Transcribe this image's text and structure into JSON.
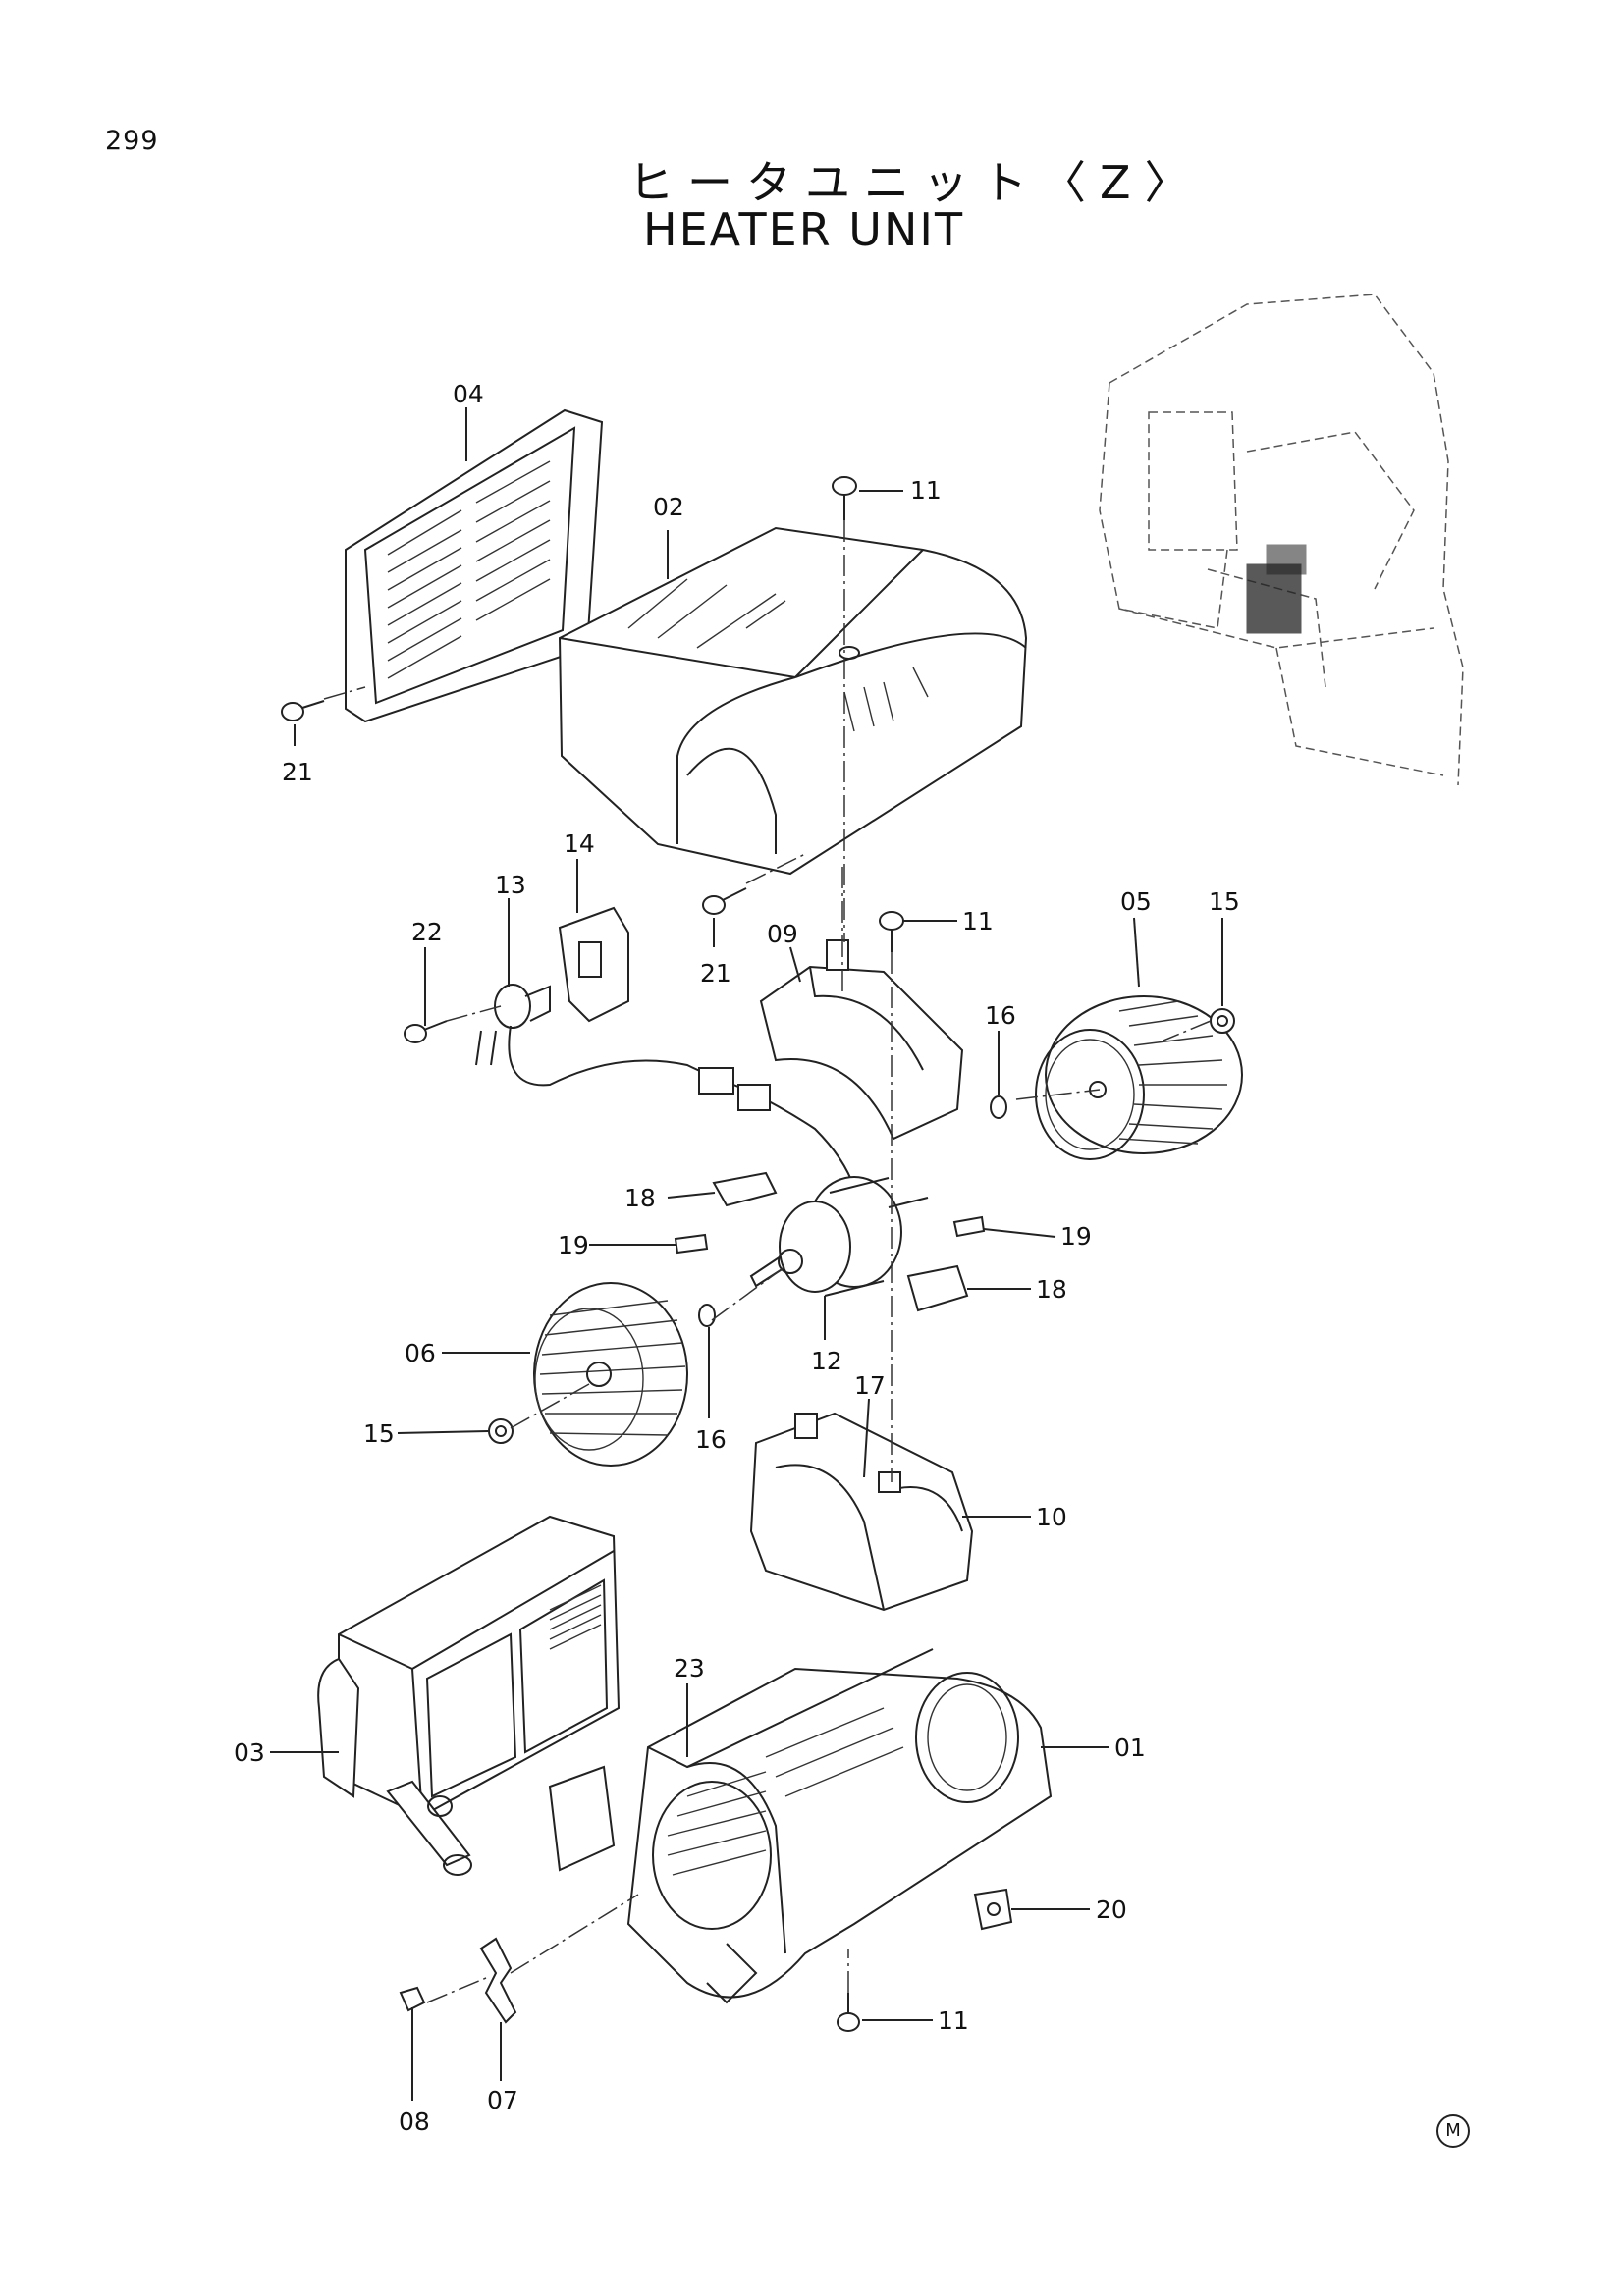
{
  "page_number": "299",
  "title_jp": "ヒータユニット〈Z〉",
  "title_en": "HEATER UNIT",
  "mark": "M",
  "callouts": {
    "c04": "04",
    "c02": "02",
    "c11a": "11",
    "c21a": "21",
    "c14": "14",
    "c13": "13",
    "c22": "22",
    "c21b": "21",
    "c09": "09",
    "c11b": "11",
    "c05": "05",
    "c15a": "15",
    "c16a": "16",
    "c18a": "18",
    "c19a": "19",
    "c19b": "19",
    "c18b": "18",
    "c06": "06",
    "c12": "12",
    "c15b": "15",
    "c16b": "16",
    "c17": "17",
    "c10": "10",
    "c23": "23",
    "c03": "03",
    "c01": "01",
    "c20": "20",
    "c11c": "11",
    "c08": "08",
    "c07": "07"
  }
}
